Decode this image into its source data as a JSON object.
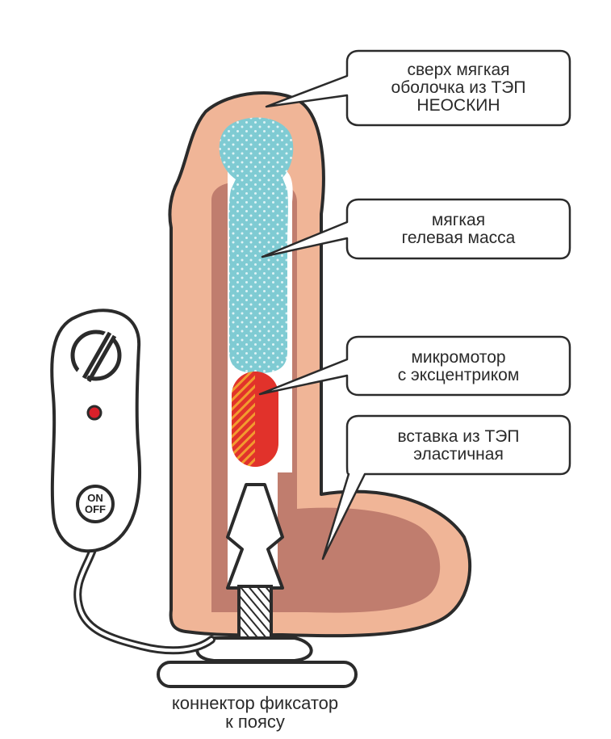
{
  "colors": {
    "outline": "#2b2b2b",
    "skin_light": "#f0b597",
    "skin_dark": "#c07d6e",
    "gel": "#7fcbd3",
    "gel_dots": "#dff3f5",
    "motor": "#e1322b",
    "motor_stripes": "#f29b2e",
    "led": "#d9202a",
    "background": "#ffffff"
  },
  "callouts": [
    {
      "id": "shell",
      "lines": [
        "сверх мягкая",
        "оболочка из ТЭП",
        "НЕОСКИН"
      ]
    },
    {
      "id": "gel",
      "lines": [
        "мягкая",
        "гелевая масса"
      ]
    },
    {
      "id": "motor",
      "lines": [
        "микромотор",
        "с эксцентриком"
      ]
    },
    {
      "id": "insert",
      "lines": [
        "вставка из ТЭП",
        "эластичная"
      ]
    }
  ],
  "remote": {
    "button_label_top": "ON",
    "button_label_bottom": "OFF",
    "dial_icon": "slashed-circle-dial-icon",
    "led_icon": "red-led-icon"
  },
  "bottom_label": {
    "lines": [
      "коннектор фиксатор",
      "к поясу"
    ]
  }
}
